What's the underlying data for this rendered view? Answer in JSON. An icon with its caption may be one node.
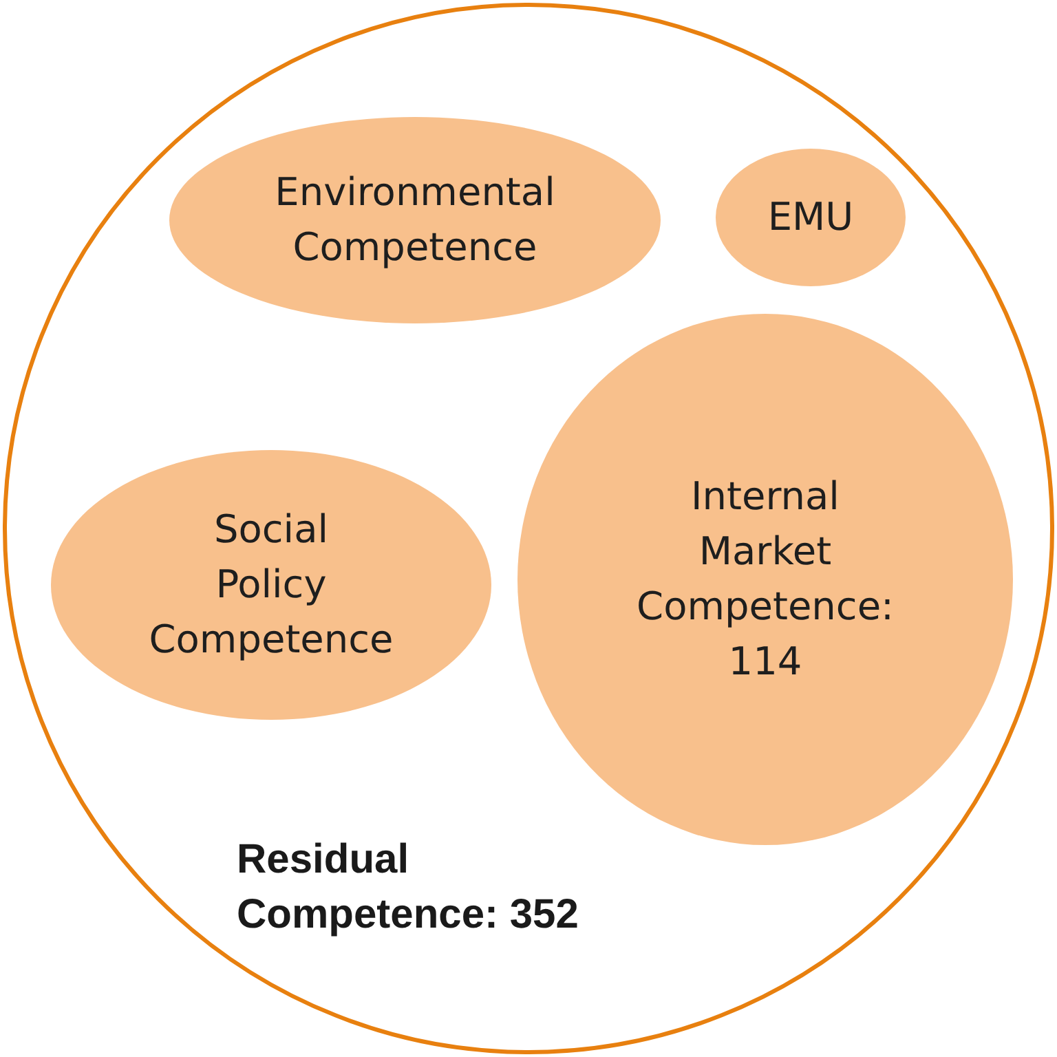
{
  "diagram": {
    "nodes": [
      {
        "text": [
          "Residual Competence: 352"
        ]
      },
      {
        "text": [
          "Environmental Competence"
        ],
        "in": 0
      },
      {
        "text": [
          "EMU"
        ],
        "in": 0
      },
      {
        "text": [
          "Internal Market Competence: 114"
        ],
        "in": 0
      },
      {
        "text": [
          "Social Policy Competence"
        ],
        "in": 0
      }
    ]
  }
}
